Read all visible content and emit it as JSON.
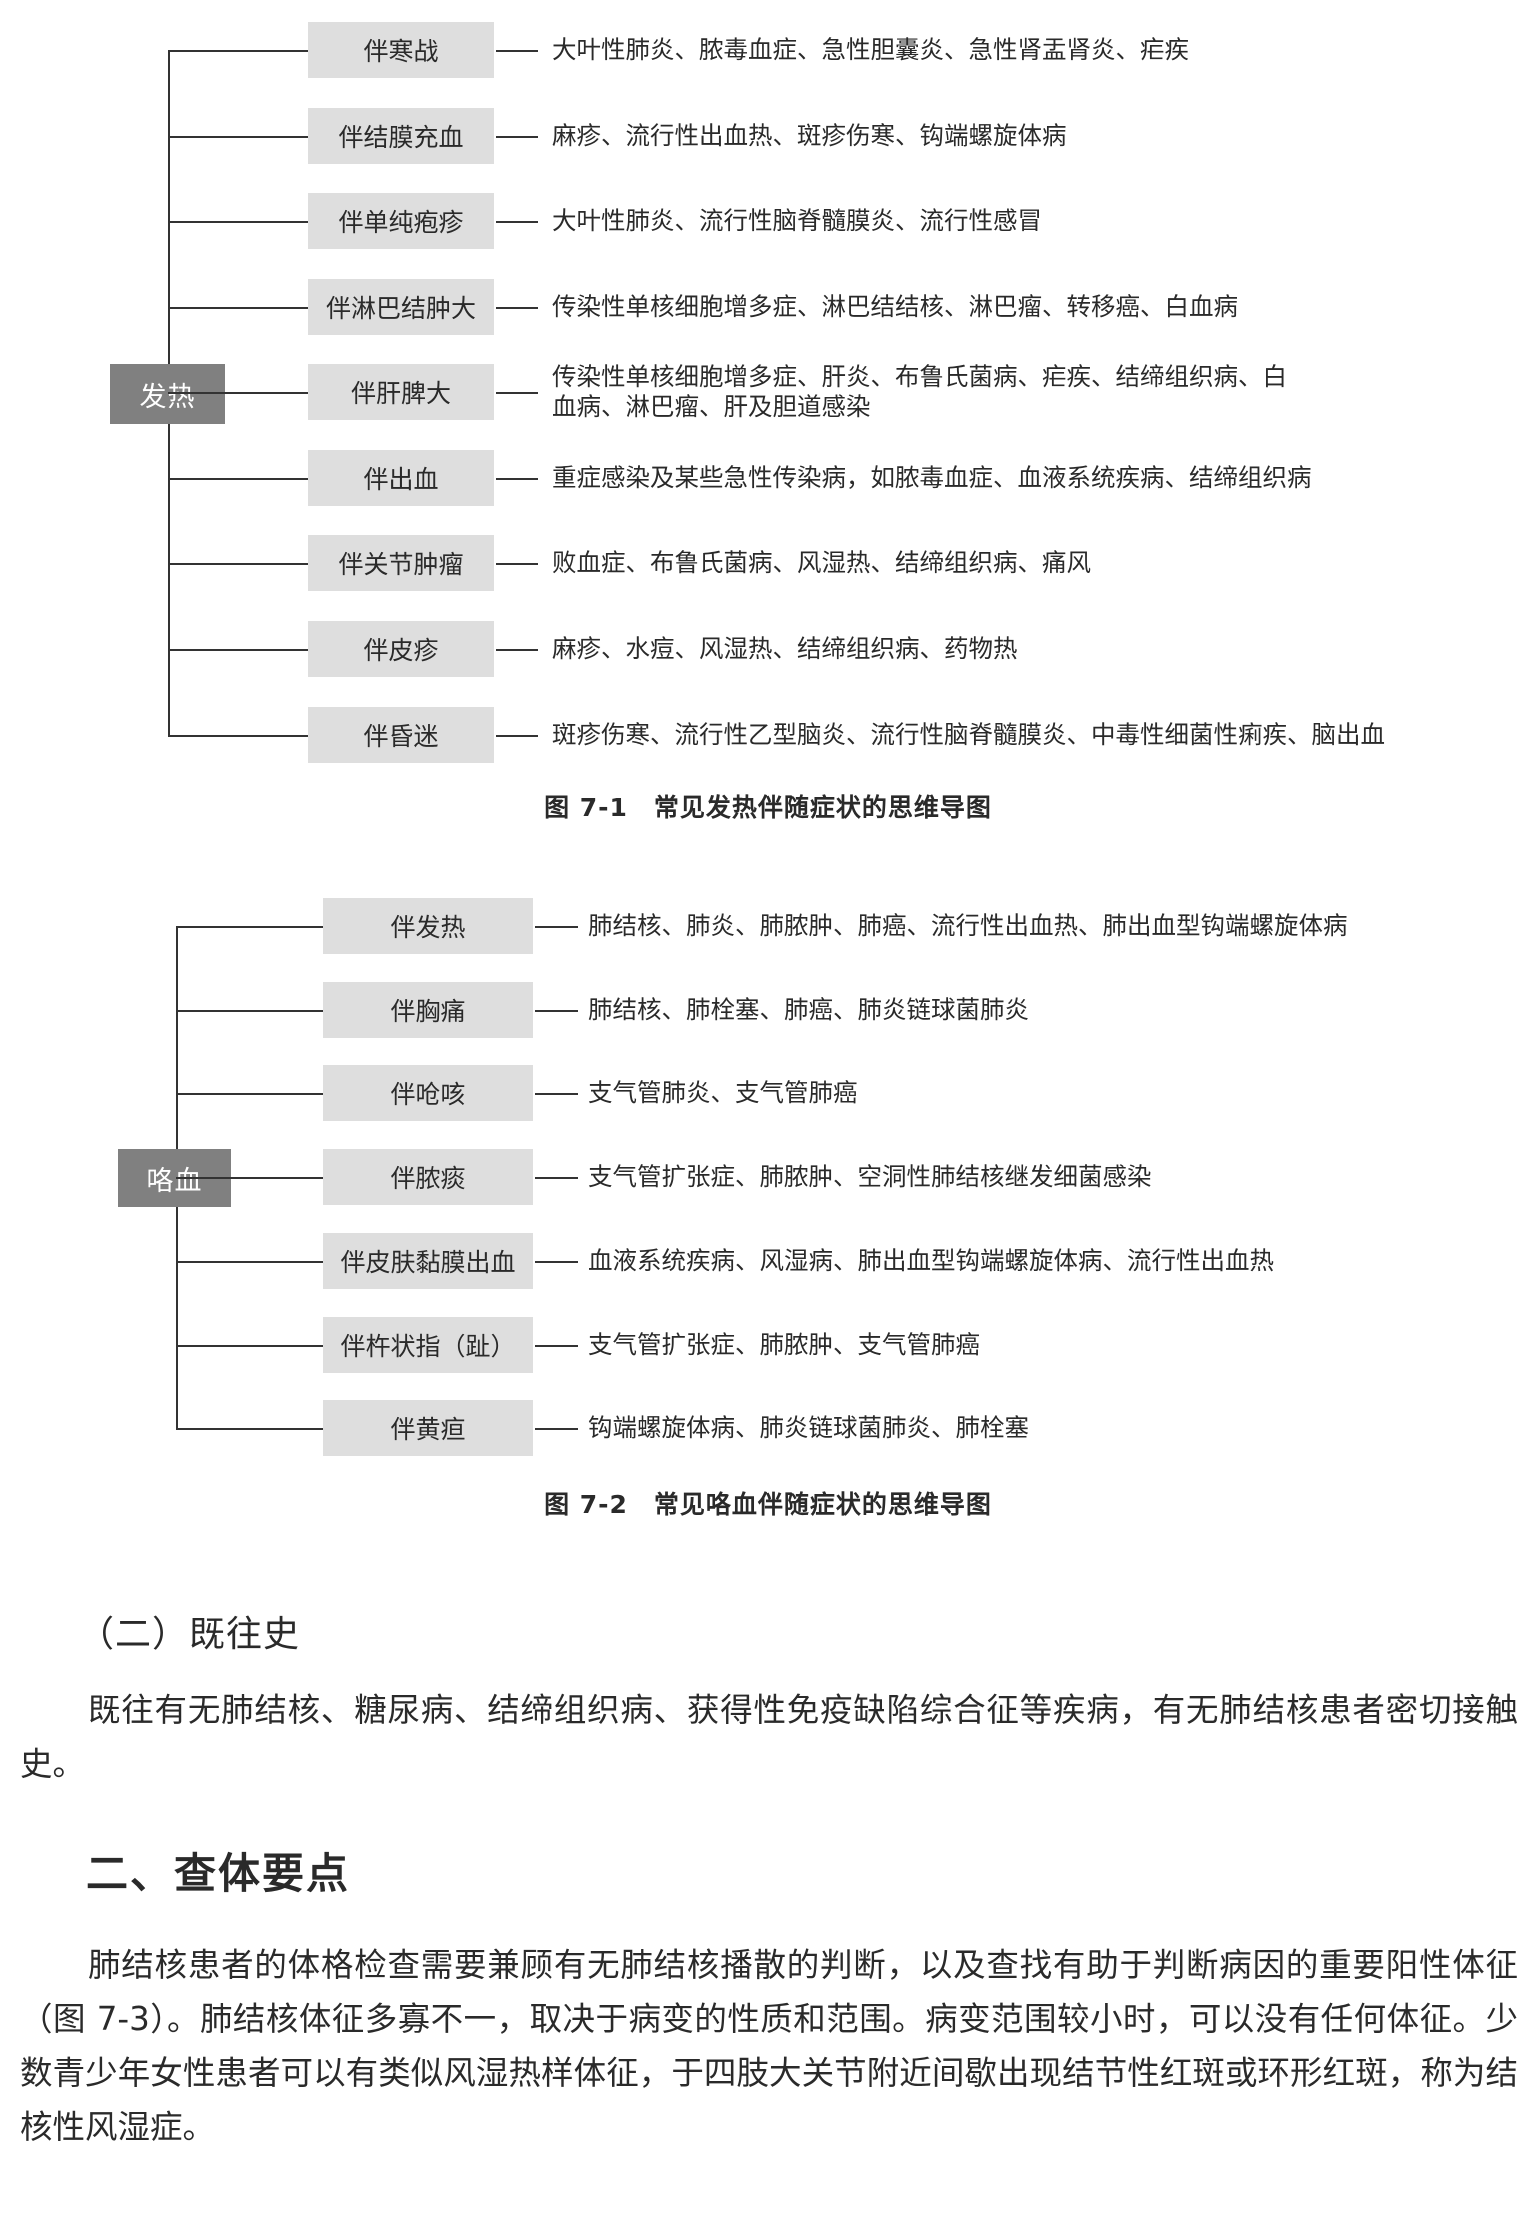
{
  "figure1": {
    "root": "发热",
    "branches": [
      {
        "label": "伴寒战",
        "text": [
          "大叶性肺炎、脓毒血症、急性胆囊炎、急性肾盂肾炎、疟疾"
        ]
      },
      {
        "label": "伴结膜充血",
        "text": [
          "麻疹、流行性出血热、斑疹伤寒、钩端螺旋体病"
        ]
      },
      {
        "label": "伴单纯疱疹",
        "text": [
          "大叶性肺炎、流行性脑脊髓膜炎、流行性感冒"
        ]
      },
      {
        "label": "伴淋巴结肿大",
        "text": [
          "传染性单核细胞增多症、淋巴结结核、淋巴瘤、转移癌、白血病"
        ]
      },
      {
        "label": "伴肝脾大",
        "text": [
          "传染性单核细胞增多症、肝炎、布鲁氏菌病、疟疾、结缔组织病、白",
          "血病、淋巴瘤、肝及胆道感染"
        ]
      },
      {
        "label": "伴出血",
        "text": [
          "重症感染及某些急性传染病，如脓毒血症、血液系统疾病、结缔组织病"
        ]
      },
      {
        "label": "伴关节肿瘤",
        "text": [
          "败血症、布鲁氏菌病、风湿热、结缔组织病、痛风"
        ]
      },
      {
        "label": "伴皮疹",
        "text": [
          "麻疹、水痘、风湿热、结缔组织病、药物热"
        ]
      },
      {
        "label": "伴昏迷",
        "text": [
          "斑疹伤寒、流行性乙型脑炎、流行性脑脊髓膜炎、中毒性细菌性痢疾、脑出血"
        ]
      }
    ],
    "caption": "图 7-1　常见发热伴随症状的思维导图"
  },
  "figure2": {
    "root": "咯血",
    "branches": [
      {
        "label": "伴发热",
        "text": [
          "肺结核、肺炎、肺脓肿、肺癌、流行性出血热、肺出血型钩端螺旋体病"
        ]
      },
      {
        "label": "伴胸痛",
        "text": [
          "肺结核、肺栓塞、肺癌、肺炎链球菌肺炎"
        ]
      },
      {
        "label": "伴呛咳",
        "text": [
          "支气管肺炎、支气管肺癌"
        ]
      },
      {
        "label": "伴脓痰",
        "text": [
          "支气管扩张症、肺脓肿、空洞性肺结核继发细菌感染"
        ]
      },
      {
        "label": "伴皮肤黏膜出血",
        "text": [
          "血液系统疾病、风湿病、肺出血型钩端螺旋体病、流行性出血热"
        ]
      },
      {
        "label": "伴杵状指（趾）",
        "text": [
          "支气管扩张症、肺脓肿、支气管肺癌"
        ]
      },
      {
        "label": "伴黄疸",
        "text": [
          "钩端螺旋体病、肺炎链球菌肺炎、肺栓塞"
        ]
      }
    ],
    "caption": "图 7-2　常见咯血伴随症状的思维导图"
  },
  "section_history": {
    "heading": "（二）既往史",
    "paragraph": "既往有无肺结核、糖尿病、结缔组织病、获得性免疫缺陷综合征等疾病，有无肺结核患者密切接触史。"
  },
  "section_exam": {
    "heading": "二、查体要点",
    "paragraph": "肺结核患者的体格检查需要兼顾有无肺结核播散的判断，以及查找有助于判断病因的重要阳性体征（图 7-3）。肺结核体征多寡不一，取决于病变的性质和范围。病变范围较小时，可以没有任何体征。少数青少年女性患者可以有类似风湿热样体征，于四肢大关节附近间歇出现结节性红斑或环形红斑，称为结核性风湿症。"
  }
}
